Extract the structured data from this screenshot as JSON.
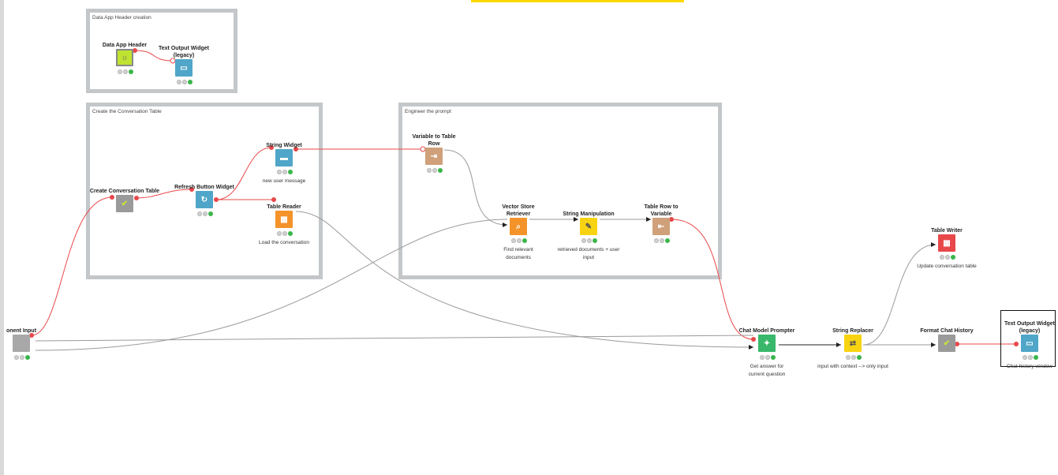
{
  "annotations": [
    {
      "id": "ann-header",
      "title": "Data App Header creation"
    },
    {
      "id": "ann-conv",
      "title": "Create the Conversation Table"
    },
    {
      "id": "ann-prompt",
      "title": "Engineer the prompt"
    }
  ],
  "nodes": {
    "data_app_header": {
      "title": "Data App Header",
      "color": "#bfe330",
      "icon": "☼",
      "desc": ""
    },
    "text_output_1": {
      "title": "Text Output Widget (legacy)",
      "color": "#4fa6c8",
      "icon": "▭",
      "desc": ""
    },
    "create_conv_table": {
      "title": "Create Conversation Table",
      "color": "#9a9a9a",
      "icon": "✔",
      "desc": ""
    },
    "refresh_button": {
      "title": "Refresh Button Widget",
      "color": "#4fa6c8",
      "icon": "↻",
      "desc": ""
    },
    "string_widget": {
      "title": "String Widget",
      "color": "#4fa6c8",
      "icon": "▬",
      "desc": "new user message"
    },
    "table_reader": {
      "title": "Table Reader",
      "color": "#f4932a",
      "icon": "▦",
      "desc": "Load the conversation"
    },
    "var_to_table_row": {
      "title": "Variable to Table Row",
      "color": "#cfa07a",
      "icon": "⇥",
      "desc": ""
    },
    "vector_store_retriever": {
      "title": "Vector Store Retriever",
      "color": "#f4932a",
      "icon": "⌕",
      "desc": "Find relevant documents"
    },
    "string_manipulation": {
      "title": "String Manipulation",
      "color": "#f8d311",
      "icon": "✎",
      "desc": "retrieved documents + user input"
    },
    "table_row_to_var": {
      "title": "Table Row to Variable",
      "color": "#cfa07a",
      "icon": "⇤",
      "desc": ""
    },
    "component_input": {
      "title": "onent Input",
      "color": "#a8a8a8",
      "icon": "",
      "desc": ""
    },
    "chat_model_prompter": {
      "title": "Chat Model Prompter",
      "color": "#39b86b",
      "icon": "✦",
      "desc": "Get answer for current question"
    },
    "string_replacer": {
      "title": "String Replacer",
      "color": "#f8d311",
      "icon": "⇄",
      "desc": "input with context --> only input"
    },
    "format_chat_history": {
      "title": "Format Chat History",
      "color": "#9a9a9a",
      "icon": "✔",
      "desc": ""
    },
    "table_writer": {
      "title": "Table Writer",
      "color": "#e8484a",
      "icon": "▦",
      "desc": "Update conversation table"
    },
    "text_output_2": {
      "title": "Text Output Widget (legacy)",
      "color": "#4fa6c8",
      "icon": "▭",
      "desc": "Chat history window"
    }
  },
  "colors": {
    "flow_variable": "#e8484a",
    "data_port": "#9a9a9a",
    "annotation_border": "#c3c7c9",
    "accent": "#ffd800"
  }
}
